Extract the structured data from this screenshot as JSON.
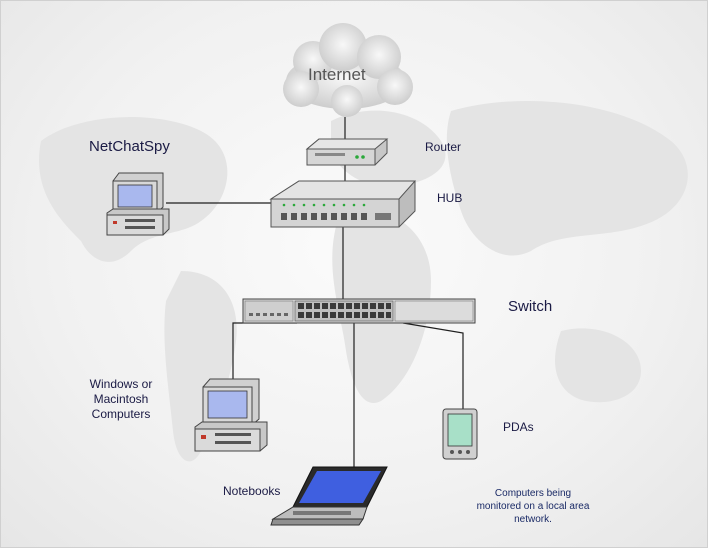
{
  "labels": {
    "internet": "Internet",
    "netchatspy": "NetChatSpy",
    "router": "Router",
    "hub": "HUB",
    "switch": "Switch",
    "windows_mac": [
      "Windows or",
      "Macintosh",
      "Computers"
    ],
    "pdas": "PDAs",
    "notebooks": "Notebooks",
    "monitored_note": [
      "Computers being",
      "monitored on a local area",
      "network."
    ]
  },
  "colors": {
    "text": "#1a1a44",
    "line": "#1f1f1f",
    "screen": "#a9b8ee",
    "device_body": "#dcdcdc",
    "pda_screen": "#a8e0c8"
  },
  "icons": [
    "cloud-icon",
    "router-icon",
    "hub-icon",
    "switch-icon",
    "desktop-computer-icon",
    "notebook-icon",
    "pda-icon"
  ]
}
